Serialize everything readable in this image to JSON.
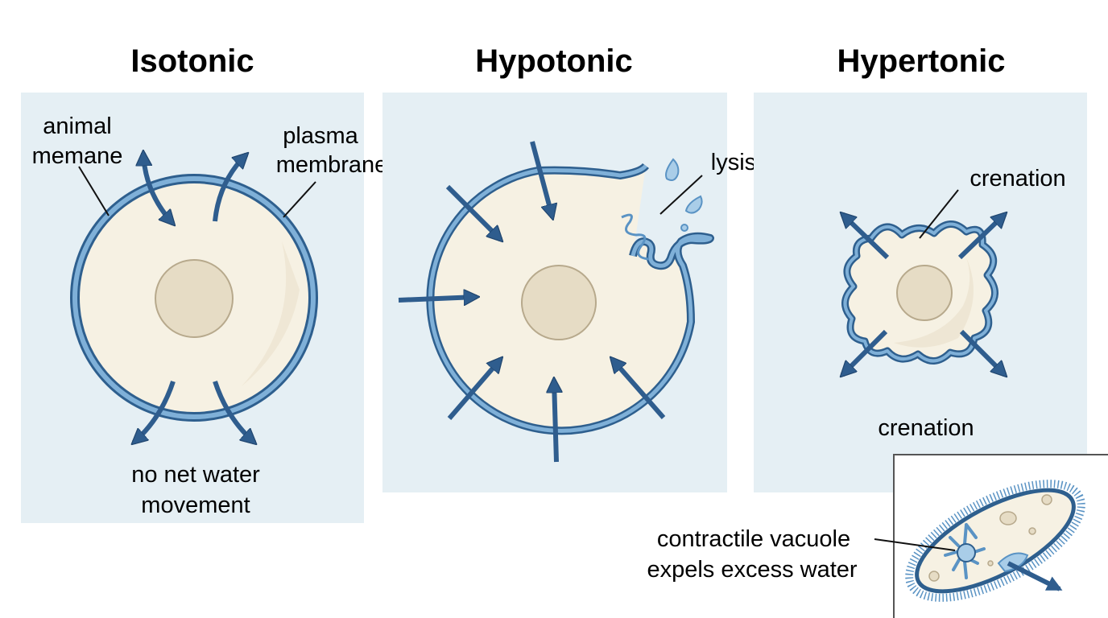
{
  "panels": {
    "isotonic": {
      "title": "Isotonic",
      "label_animal_line1": "animal",
      "label_animal_line2": "memane",
      "label_plasma_line1": "plasma",
      "label_plasma_line2": "membrane",
      "caption_line1": "no net water",
      "caption_line2": "movement"
    },
    "hypotonic": {
      "title": "Hypotonic",
      "label_lysis": "lysis"
    },
    "hypertonic": {
      "title": "Hypertonic",
      "label_crenation_top": "crenation",
      "caption": "crenation"
    }
  },
  "inset": {
    "caption_line1": "contractile vacuole",
    "caption_line2": "expels excess water"
  },
  "colors": {
    "panel_bg": "#e5eff4",
    "membrane": "#5a93c4",
    "membrane_dark": "#2e5f8e",
    "cytoplasm": "#f6f1e3",
    "nucleus": "#e6dcc5",
    "nucleus_stroke": "#b7a98c",
    "arrow": "#2f5d8e"
  }
}
